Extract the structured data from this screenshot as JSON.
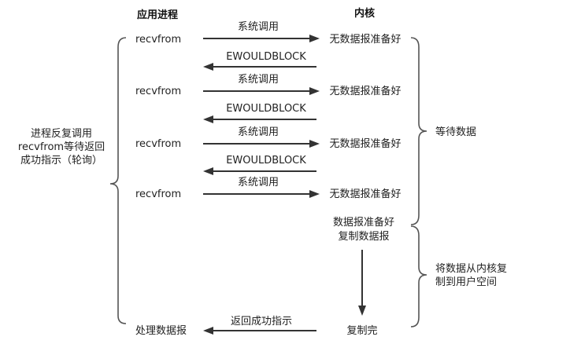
{
  "headers": {
    "app_process": "应用进程",
    "kernel": "内核"
  },
  "left_note": {
    "lines": [
      "进程反复调用",
      "recvfrom等待返回",
      "成功指示（轮询）"
    ]
  },
  "rows": [
    {
      "call": "recvfrom",
      "syscall_label": "系统调用",
      "kernel_state": "无数据报准备好",
      "error_label": "EWOULDBLOCK"
    },
    {
      "call": "recvfrom",
      "syscall_label": "系统调用",
      "kernel_state": "无数据报准备好",
      "error_label": "EWOULDBLOCK"
    },
    {
      "call": "recvfrom",
      "syscall_label": "系统调用",
      "kernel_state": "无数据报准备好",
      "error_label": "EWOULDBLOCK"
    },
    {
      "call": "recvfrom",
      "syscall_label": "系统调用",
      "kernel_state": "无数据报准备好"
    }
  ],
  "kernel_ready": {
    "lines": [
      "数据报准备好",
      "复制数据报"
    ]
  },
  "copy_done": "复制完",
  "return_label": "返回成功指示",
  "process_label": "处理数据报",
  "right_notes": {
    "wait": "等待数据",
    "copy": {
      "lines": [
        "将数据从内核复",
        "制到用户空间"
      ]
    }
  }
}
